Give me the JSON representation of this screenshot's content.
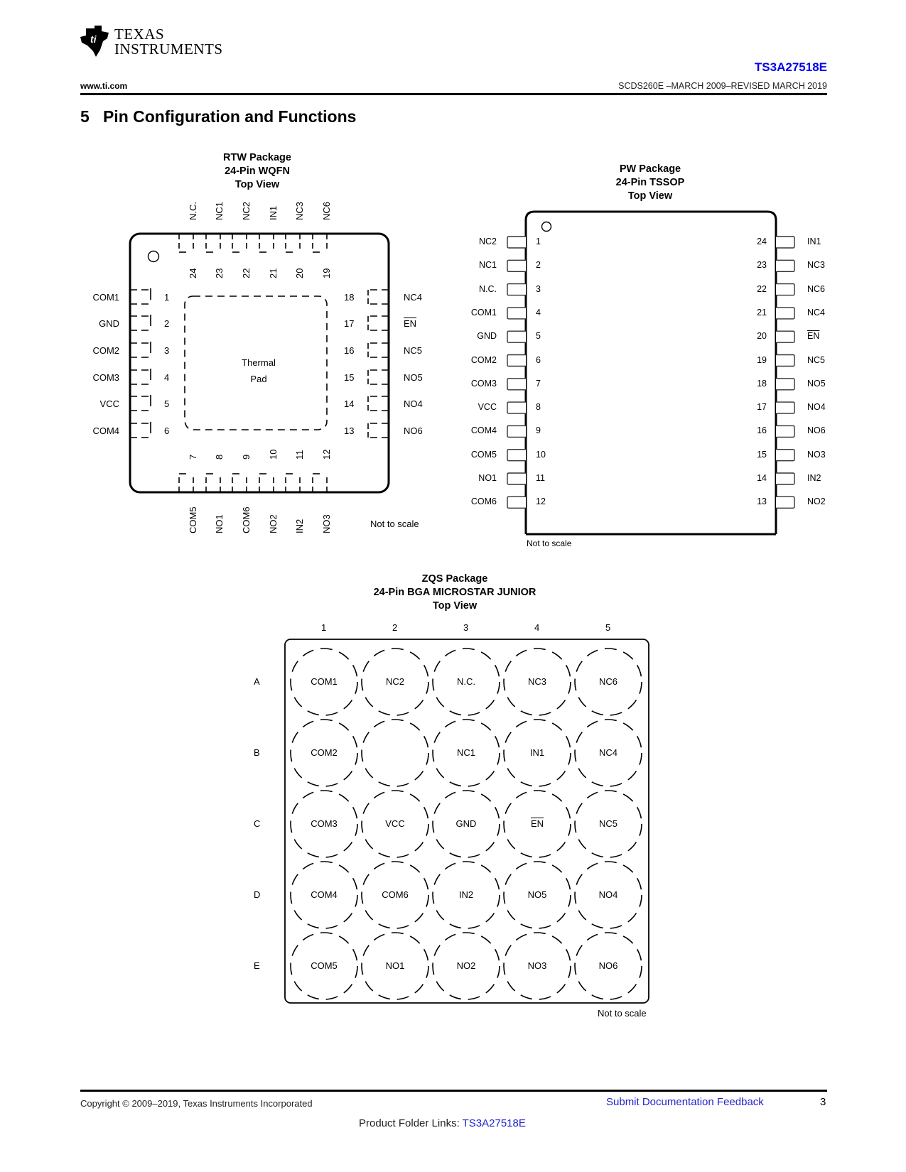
{
  "header": {
    "company_line1": "Texas",
    "company_line2": "Instruments",
    "part_number": "TS3A27518E",
    "website": "www.ti.com",
    "doc_revision": "SCDS260E –MARCH 2009–REVISED MARCH 2019"
  },
  "section": {
    "number": "5",
    "title": "Pin Configuration and Functions"
  },
  "rtw": {
    "title_line1": "RTW Package",
    "title_line2": "24-Pin WQFN",
    "title_line3": "Top View",
    "thermal_line1": "Thermal",
    "thermal_line2": "Pad",
    "note": "Not to scale",
    "left_pins": [
      {
        "num": "1",
        "name": "COM1"
      },
      {
        "num": "2",
        "name": "GND"
      },
      {
        "num": "3",
        "name": "COM2"
      },
      {
        "num": "4",
        "name": "COM3"
      },
      {
        "num": "5",
        "name": "VCC"
      },
      {
        "num": "6",
        "name": "COM4"
      }
    ],
    "bottom_pins": [
      {
        "num": "7",
        "name": "COM5"
      },
      {
        "num": "8",
        "name": "NO1"
      },
      {
        "num": "9",
        "name": "COM6"
      },
      {
        "num": "10",
        "name": "NO2"
      },
      {
        "num": "11",
        "name": "IN2"
      },
      {
        "num": "12",
        "name": "NO3"
      }
    ],
    "right_pins": [
      {
        "num": "18",
        "name": "NC4"
      },
      {
        "num": "17",
        "name": "EN"
      },
      {
        "num": "16",
        "name": "NC5"
      },
      {
        "num": "15",
        "name": "NO5"
      },
      {
        "num": "14",
        "name": "NO4"
      },
      {
        "num": "13",
        "name": "NO6"
      }
    ],
    "top_pins": [
      {
        "num": "24",
        "name": "N.C."
      },
      {
        "num": "23",
        "name": "NC1"
      },
      {
        "num": "22",
        "name": "NC2"
      },
      {
        "num": "21",
        "name": "IN1"
      },
      {
        "num": "20",
        "name": "NC3"
      },
      {
        "num": "19",
        "name": "NC6"
      }
    ]
  },
  "pw": {
    "title_line1": "PW Package",
    "title_line2": "24-Pin TSSOP",
    "title_line3": "Top View",
    "note": "Not to scale",
    "left_pins": [
      {
        "num": "1",
        "name": "NC2"
      },
      {
        "num": "2",
        "name": "NC1"
      },
      {
        "num": "3",
        "name": "N.C."
      },
      {
        "num": "4",
        "name": "COM1"
      },
      {
        "num": "5",
        "name": "GND"
      },
      {
        "num": "6",
        "name": "COM2"
      },
      {
        "num": "7",
        "name": "COM3"
      },
      {
        "num": "8",
        "name": "VCC"
      },
      {
        "num": "9",
        "name": "COM4"
      },
      {
        "num": "10",
        "name": "COM5"
      },
      {
        "num": "11",
        "name": "NO1"
      },
      {
        "num": "12",
        "name": "COM6"
      }
    ],
    "right_pins": [
      {
        "num": "24",
        "name": "IN1"
      },
      {
        "num": "23",
        "name": "NC3"
      },
      {
        "num": "22",
        "name": "NC6"
      },
      {
        "num": "21",
        "name": "NC4"
      },
      {
        "num": "20",
        "name": "EN"
      },
      {
        "num": "19",
        "name": "NC5"
      },
      {
        "num": "18",
        "name": "NO5"
      },
      {
        "num": "17",
        "name": "NO4"
      },
      {
        "num": "16",
        "name": "NO6"
      },
      {
        "num": "15",
        "name": "NO3"
      },
      {
        "num": "14",
        "name": "IN2"
      },
      {
        "num": "13",
        "name": "NO2"
      }
    ]
  },
  "zqs": {
    "title_line1": "ZQS Package",
    "title_line2": "24-Pin BGA MICROSTAR JUNIOR",
    "title_line3": "Top View",
    "note": "Not to scale",
    "columns": [
      "1",
      "2",
      "3",
      "4",
      "5"
    ],
    "rows": [
      {
        "label": "A",
        "balls": [
          "COM1",
          "NC2",
          "N.C.",
          "NC3",
          "NC6"
        ]
      },
      {
        "label": "B",
        "balls": [
          "COM2",
          "",
          "NC1",
          "IN1",
          "NC4"
        ]
      },
      {
        "label": "C",
        "balls": [
          "COM3",
          "VCC",
          "GND",
          "EN",
          "NC5"
        ]
      },
      {
        "label": "D",
        "balls": [
          "COM4",
          "COM6",
          "IN2",
          "NO5",
          "NO4"
        ]
      },
      {
        "label": "E",
        "balls": [
          "COM5",
          "NO1",
          "NO2",
          "NO3",
          "NO6"
        ]
      }
    ]
  },
  "footer": {
    "copyright": "Copyright © 2009–2019, Texas Instruments Incorporated",
    "feedback_link": "Submit Documentation Feedback",
    "page_number": "3",
    "folder_label": "Product Folder Links: ",
    "folder_link": "TS3A27518E"
  }
}
